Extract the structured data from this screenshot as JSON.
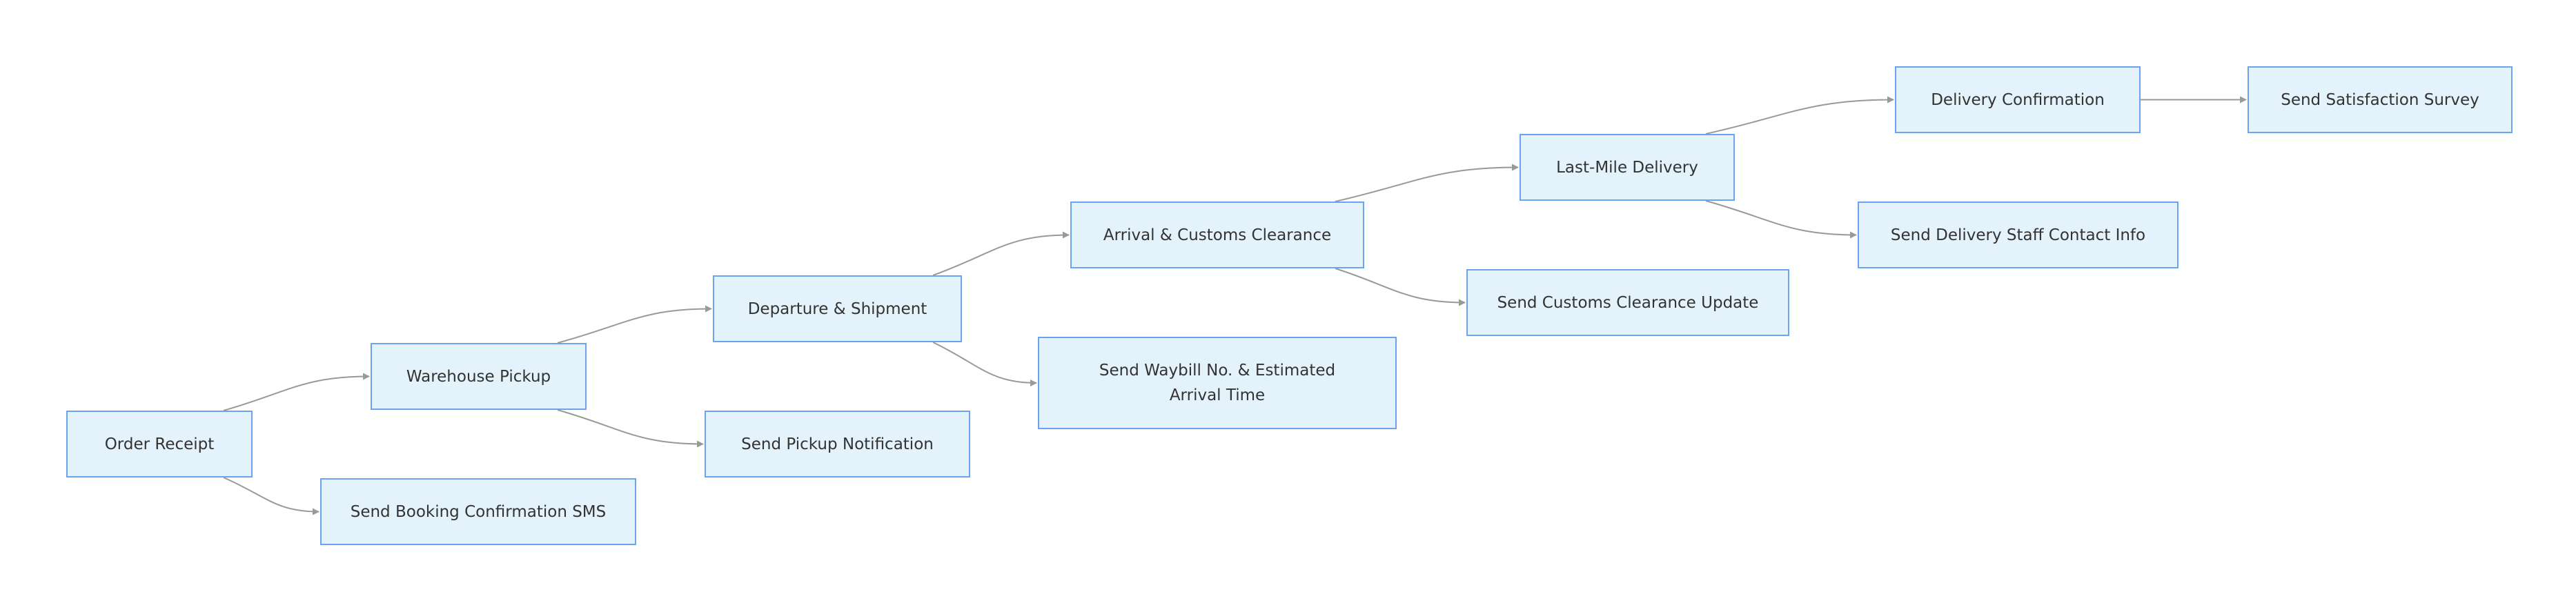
{
  "diagram": {
    "colors": {
      "node_fill": "#e3f2fb",
      "node_border": "#6aa3f0",
      "edge": "#999999",
      "text": "#333333"
    },
    "nodes": [
      {
        "id": "order-receipt",
        "label": "Order Receipt"
      },
      {
        "id": "send-booking-sms",
        "label": "Send Booking Confirmation SMS"
      },
      {
        "id": "warehouse-pickup",
        "label": "Warehouse Pickup"
      },
      {
        "id": "send-pickup-notification",
        "label": "Send Pickup Notification"
      },
      {
        "id": "departure-shipment",
        "label": "Departure & Shipment"
      },
      {
        "id": "send-waybill",
        "label": "Send Waybill No. & Estimated\nArrival Time"
      },
      {
        "id": "arrival-customs",
        "label": "Arrival & Customs Clearance"
      },
      {
        "id": "send-customs-update",
        "label": "Send Customs Clearance Update"
      },
      {
        "id": "last-mile-delivery",
        "label": "Last-Mile Delivery"
      },
      {
        "id": "send-staff-contact",
        "label": "Send Delivery Staff Contact Info"
      },
      {
        "id": "delivery-confirmation",
        "label": "Delivery Confirmation"
      },
      {
        "id": "send-survey",
        "label": "Send Satisfaction Survey"
      }
    ],
    "edges": [
      {
        "from": "order-receipt",
        "to": "warehouse-pickup"
      },
      {
        "from": "order-receipt",
        "to": "send-booking-sms"
      },
      {
        "from": "warehouse-pickup",
        "to": "departure-shipment"
      },
      {
        "from": "warehouse-pickup",
        "to": "send-pickup-notification"
      },
      {
        "from": "departure-shipment",
        "to": "arrival-customs"
      },
      {
        "from": "departure-shipment",
        "to": "send-waybill"
      },
      {
        "from": "arrival-customs",
        "to": "last-mile-delivery"
      },
      {
        "from": "arrival-customs",
        "to": "send-customs-update"
      },
      {
        "from": "last-mile-delivery",
        "to": "delivery-confirmation"
      },
      {
        "from": "last-mile-delivery",
        "to": "send-staff-contact"
      },
      {
        "from": "delivery-confirmation",
        "to": "send-survey"
      }
    ]
  }
}
